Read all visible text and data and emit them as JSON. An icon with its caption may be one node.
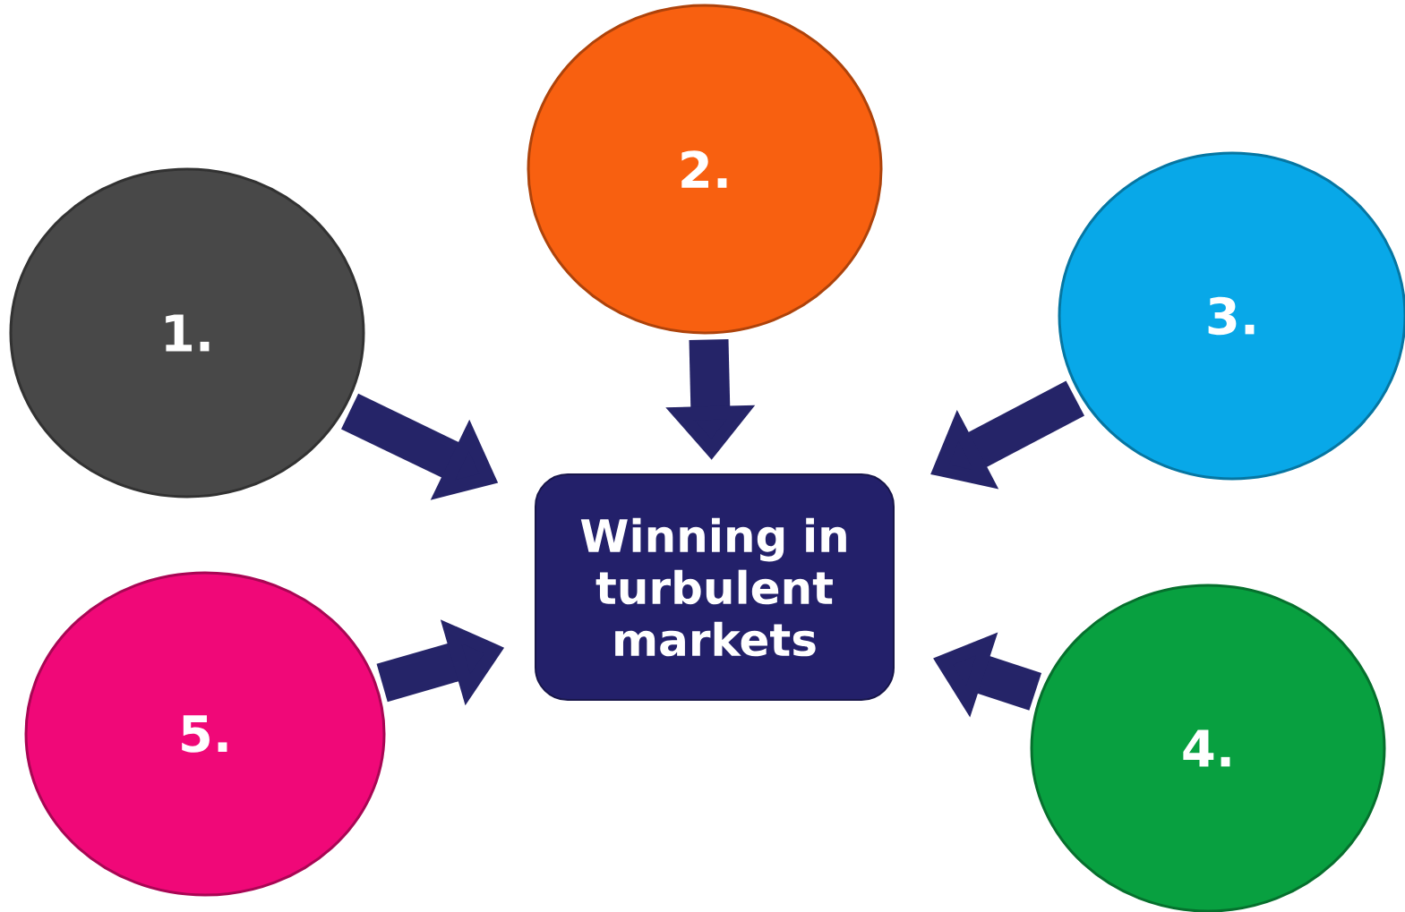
{
  "diagram": {
    "nodes": [
      {
        "text": [
          "1."
        ]
      },
      {
        "text": [
          "2."
        ]
      },
      {
        "text": [
          "3."
        ]
      },
      {
        "text": [
          "4."
        ]
      },
      {
        "text": [
          "5."
        ]
      },
      {
        "text": [
          "Winning in turbulent markets"
        ]
      }
    ],
    "edges": [
      {
        "from": 0,
        "to": 5,
        "arrow": "to"
      },
      {
        "from": 1,
        "to": 5,
        "arrow": "to"
      },
      {
        "from": 2,
        "to": 5,
        "arrow": "to"
      },
      {
        "from": 3,
        "to": 5,
        "arrow": "to"
      },
      {
        "from": 4,
        "to": 5,
        "arrow": "to"
      }
    ]
  }
}
